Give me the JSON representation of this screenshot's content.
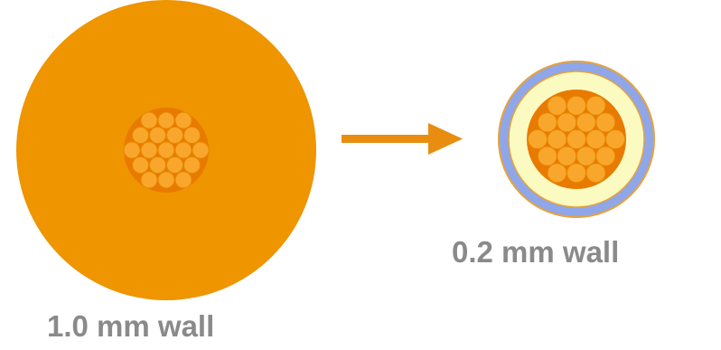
{
  "captions": {
    "thick_wall": "1.0 mm wall",
    "thin_wall": "0.2 mm wall"
  },
  "colors": {
    "background": "#ffffff",
    "thick_insulation": "#ee9500",
    "thin_outer_ring": "#8fa6e8",
    "thin_middle_ring": "#fbfac0",
    "core_background": "#e87a00",
    "strand_fill": "#f9a72c",
    "strand_stroke": "#e88800",
    "arrow": "#e88d10",
    "caption_text": "#8a8a8a"
  },
  "wire_cross_sections": [
    {
      "name": "thick-wall-wire",
      "strand_count": 19
    },
    {
      "name": "thin-wall-wire",
      "strand_count": 19
    }
  ]
}
